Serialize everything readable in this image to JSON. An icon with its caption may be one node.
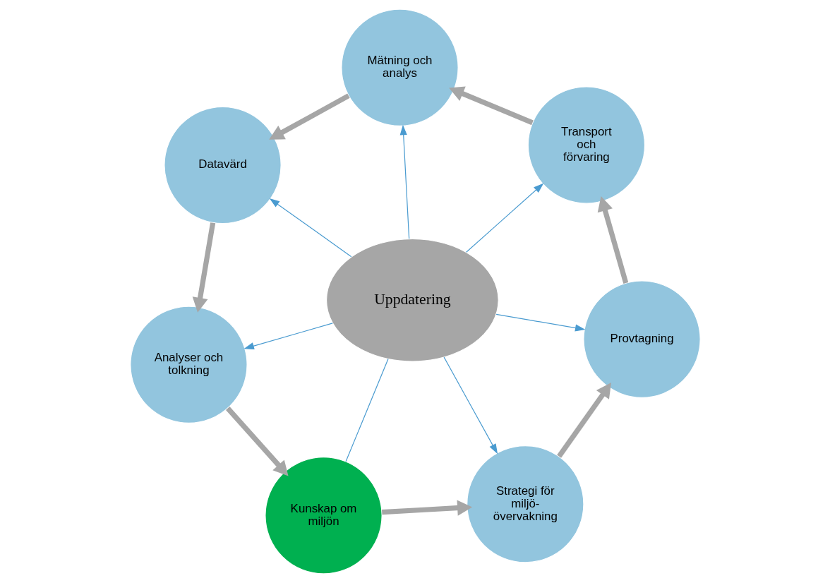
{
  "diagram": {
    "nodes": [
      {
        "text": [
          "Kunskap om miljön"
        ]
      },
      {
        "text": [
          "Strategi för miljö- övervakning"
        ]
      },
      {
        "text": [
          "Provtagning"
        ]
      },
      {
        "text": [
          "Transport och förvaring"
        ]
      },
      {
        "text": [
          "Mätning och analys"
        ]
      },
      {
        "text": [
          "Datavärd"
        ]
      },
      {
        "text": [
          "Analyser och tolkning"
        ]
      },
      {
        "text": [
          "Uppdatering"
        ]
      }
    ],
    "edges": [
      {
        "from": 0,
        "to": 1,
        "arrow": "to",
        "style": "thick",
        "color": "#a6a6a6"
      },
      {
        "from": 1,
        "to": 2,
        "arrow": "to",
        "style": "thick",
        "color": "#a6a6a6"
      },
      {
        "from": 2,
        "to": 3,
        "arrow": "to",
        "style": "thick",
        "color": "#a6a6a6"
      },
      {
        "from": 3,
        "to": 4,
        "arrow": "to",
        "style": "thick",
        "color": "#a6a6a6"
      },
      {
        "from": 4,
        "to": 5,
        "arrow": "to",
        "style": "thick",
        "color": "#a6a6a6"
      },
      {
        "from": 5,
        "to": 6,
        "arrow": "to",
        "style": "thick",
        "color": "#a6a6a6"
      },
      {
        "from": 6,
        "to": 0,
        "arrow": "to",
        "style": "thick",
        "color": "#a6a6a6"
      },
      {
        "from": 7,
        "to": 0,
        "arrow": "none",
        "color": "#4a9bd0"
      },
      {
        "from": 7,
        "to": 1,
        "arrow": "to",
        "color": "#4a9bd0"
      },
      {
        "from": 7,
        "to": 2,
        "arrow": "to",
        "color": "#4a9bd0"
      },
      {
        "from": 7,
        "to": 3,
        "arrow": "to",
        "color": "#4a9bd0"
      },
      {
        "from": 7,
        "to": 4,
        "arrow": "to",
        "color": "#4a9bd0"
      },
      {
        "from": 7,
        "to": 5,
        "arrow": "to",
        "color": "#4a9bd0"
      },
      {
        "from": 7,
        "to": 6,
        "arrow": "to",
        "color": "#4a9bd0"
      }
    ]
  }
}
